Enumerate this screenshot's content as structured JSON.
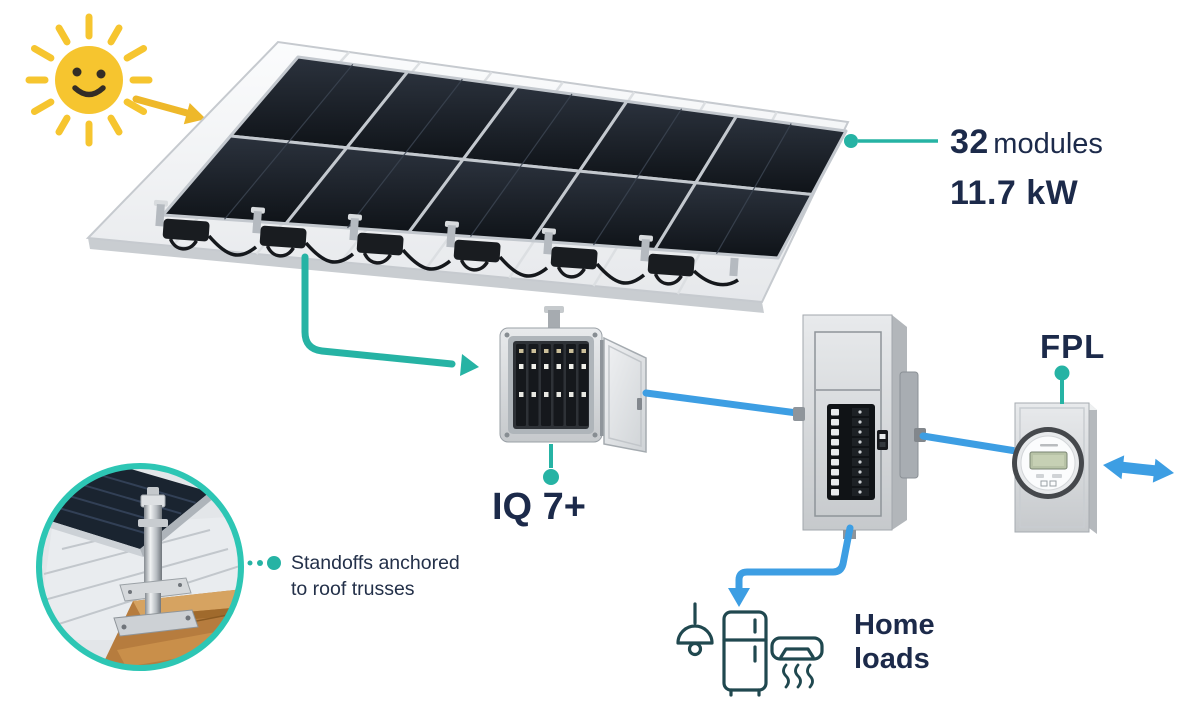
{
  "array_callout": {
    "count": "32",
    "unit": "modules",
    "capacity": "11.7 kW"
  },
  "labels": {
    "microinverter": "IQ 7+",
    "utility": "FPL",
    "home_loads": [
      "Home",
      "loads"
    ],
    "standoffs": [
      "Standoffs anchored",
      "to roof trusses"
    ]
  },
  "colors": {
    "text_navy": "#1c2a4a",
    "accent_teal": "#26b3a4",
    "inset_ring_teal": "#2dc6b4",
    "flow_blue": "#3d9ee3",
    "sun_yellow": "#f6c52f",
    "panel_dark": "#141922",
    "appliance_stroke": "#20484f",
    "wood": "#b67c3e"
  },
  "icons": {
    "sun": "smiling-sun",
    "sun_arrow": "sunlight-arrow",
    "solar_array": "roof-mounted-panel-array",
    "microinverters": "microinverter-chain",
    "combiner": "iq-combiner-box",
    "load_center": "breaker-panel",
    "meter": "utility-meter",
    "grid_arrow": "bidirectional-grid-arrow",
    "lamp": "pendant-lamp",
    "fridge": "refrigerator",
    "ac": "air-conditioner",
    "standoff_inset": "standoff-roof-truss-detail"
  }
}
